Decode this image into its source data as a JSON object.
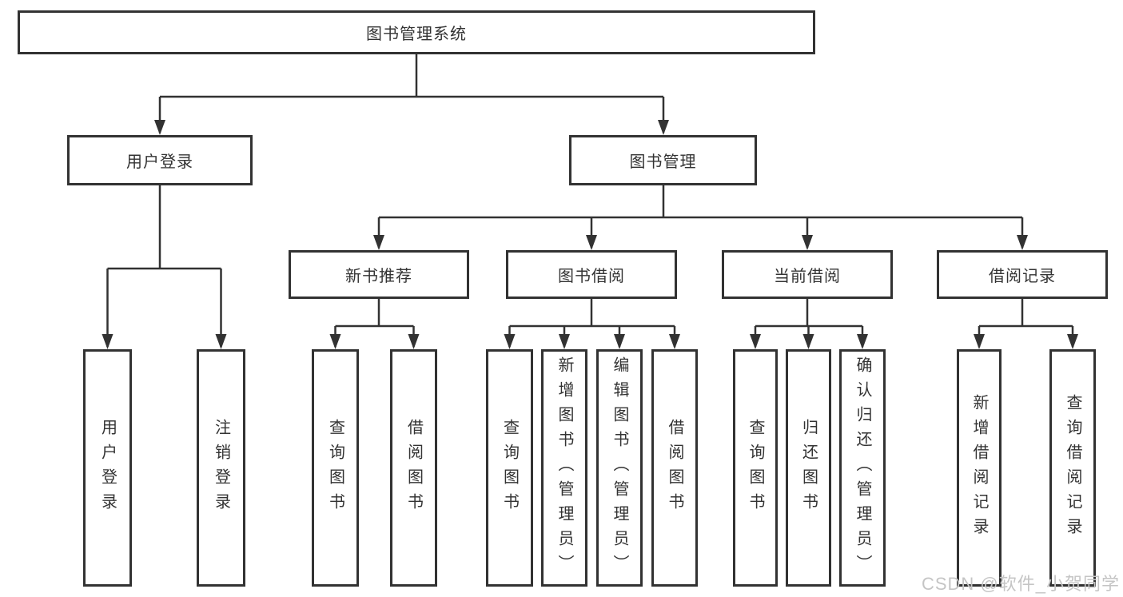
{
  "tree": {
    "label": "图书管理系统",
    "children": [
      {
        "label": "用户登录",
        "children": [
          {
            "label": "用户登录"
          },
          {
            "label": "注销登录"
          }
        ]
      },
      {
        "label": "图书管理",
        "children": [
          {
            "label": "新书推荐",
            "children": [
              {
                "label": "查询图书"
              },
              {
                "label": "借阅图书"
              }
            ]
          },
          {
            "label": "图书借阅",
            "children": [
              {
                "label": "查询图书"
              },
              {
                "label": "新增图书（管理员）"
              },
              {
                "label": "编辑图书（管理员）"
              },
              {
                "label": "借阅图书"
              }
            ]
          },
          {
            "label": "当前借阅",
            "children": [
              {
                "label": "查询图书"
              },
              {
                "label": "归还图书"
              },
              {
                "label": "确认归还（管理员）"
              }
            ]
          },
          {
            "label": "借阅记录",
            "children": [
              {
                "label": "新增借阅记录"
              },
              {
                "label": "查询借阅记录"
              }
            ]
          }
        ]
      }
    ]
  },
  "watermark": "CSDN @软件_小贺同学",
  "colors": {
    "line": "#323232",
    "box_border": "#323232",
    "text": "#333333",
    "watermark": "#c5c5c5",
    "background": "#ffffff"
  }
}
